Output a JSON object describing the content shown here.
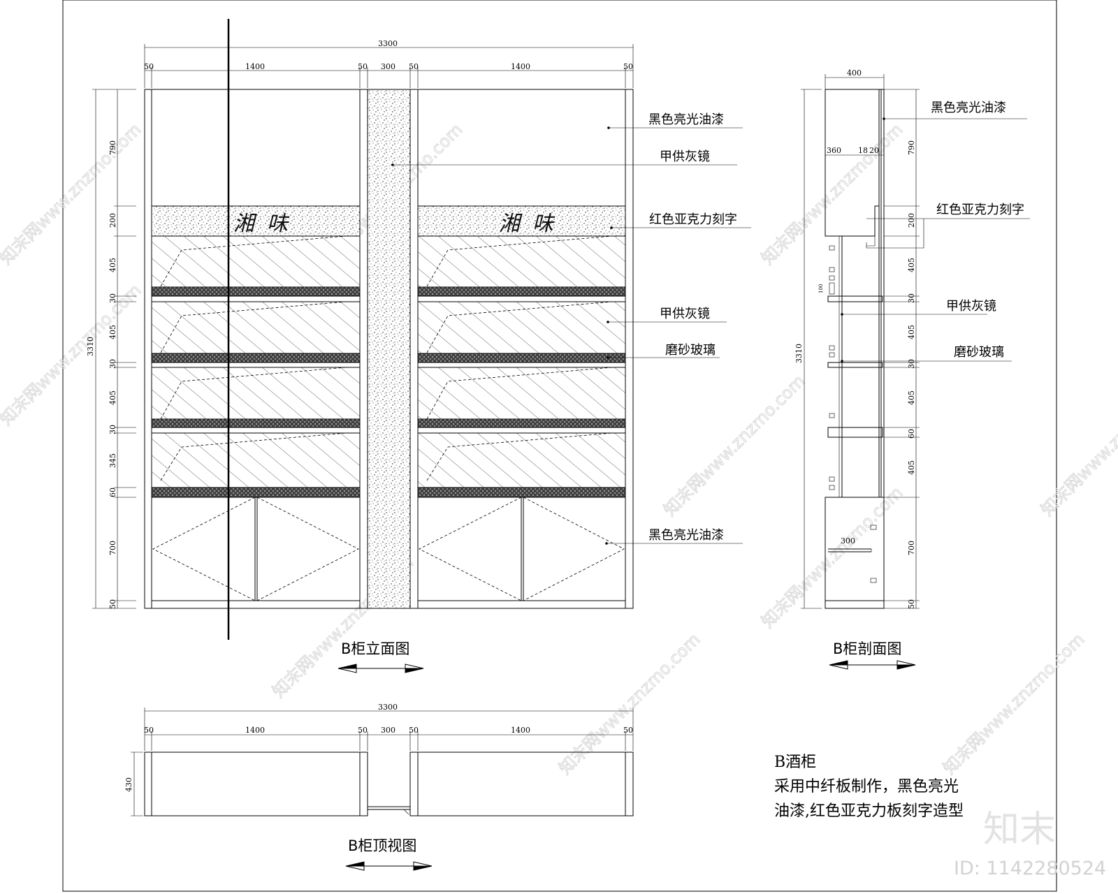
{
  "brand": {
    "logo_text": "知末",
    "id_text": "ID: 1142280524",
    "watermark_text": "知末网www.znzmo.com"
  },
  "elevation": {
    "title": "B柜立面图",
    "dims_top": {
      "total": "3300",
      "parts": [
        "50",
        "1400",
        "50",
        "300",
        "50",
        "1400",
        "50"
      ]
    },
    "dims_left": {
      "total": "3310",
      "parts": [
        "790",
        "200",
        "405",
        "30",
        "405",
        "30",
        "405",
        "30",
        "345",
        "60",
        "700",
        "50"
      ]
    },
    "callouts": [
      "黑色亮光油漆",
      "甲供灰镜",
      "红色亚克力刻字",
      "甲供灰镜",
      "磨砂玻璃",
      "黑色亮光油漆"
    ],
    "engraved_text": "湘味"
  },
  "section": {
    "title": "B柜剖面图",
    "dim_top": "400",
    "dim_left": "3310",
    "dims_right": [
      "790",
      "200",
      "405",
      "30",
      "405",
      "30",
      "405",
      "60",
      "405",
      "700",
      "50"
    ],
    "inner_dims": [
      "360",
      "18",
      "20"
    ],
    "small_dims": [
      "100",
      "300"
    ],
    "callouts": [
      "黑色亮光油漆",
      "红色亚克力刻字",
      "甲供灰镜",
      "磨砂玻璃"
    ]
  },
  "plan": {
    "title": "B柜顶视图",
    "dims_top": {
      "total": "3300",
      "parts": [
        "50",
        "1400",
        "50",
        "300",
        "50",
        "1400",
        "50"
      ]
    },
    "dim_left": "430"
  },
  "note": {
    "lines": [
      "B酒柜",
      "采用中纤板制作，黑色亮光",
      "油漆,红色亚克力板刻字造型"
    ]
  }
}
